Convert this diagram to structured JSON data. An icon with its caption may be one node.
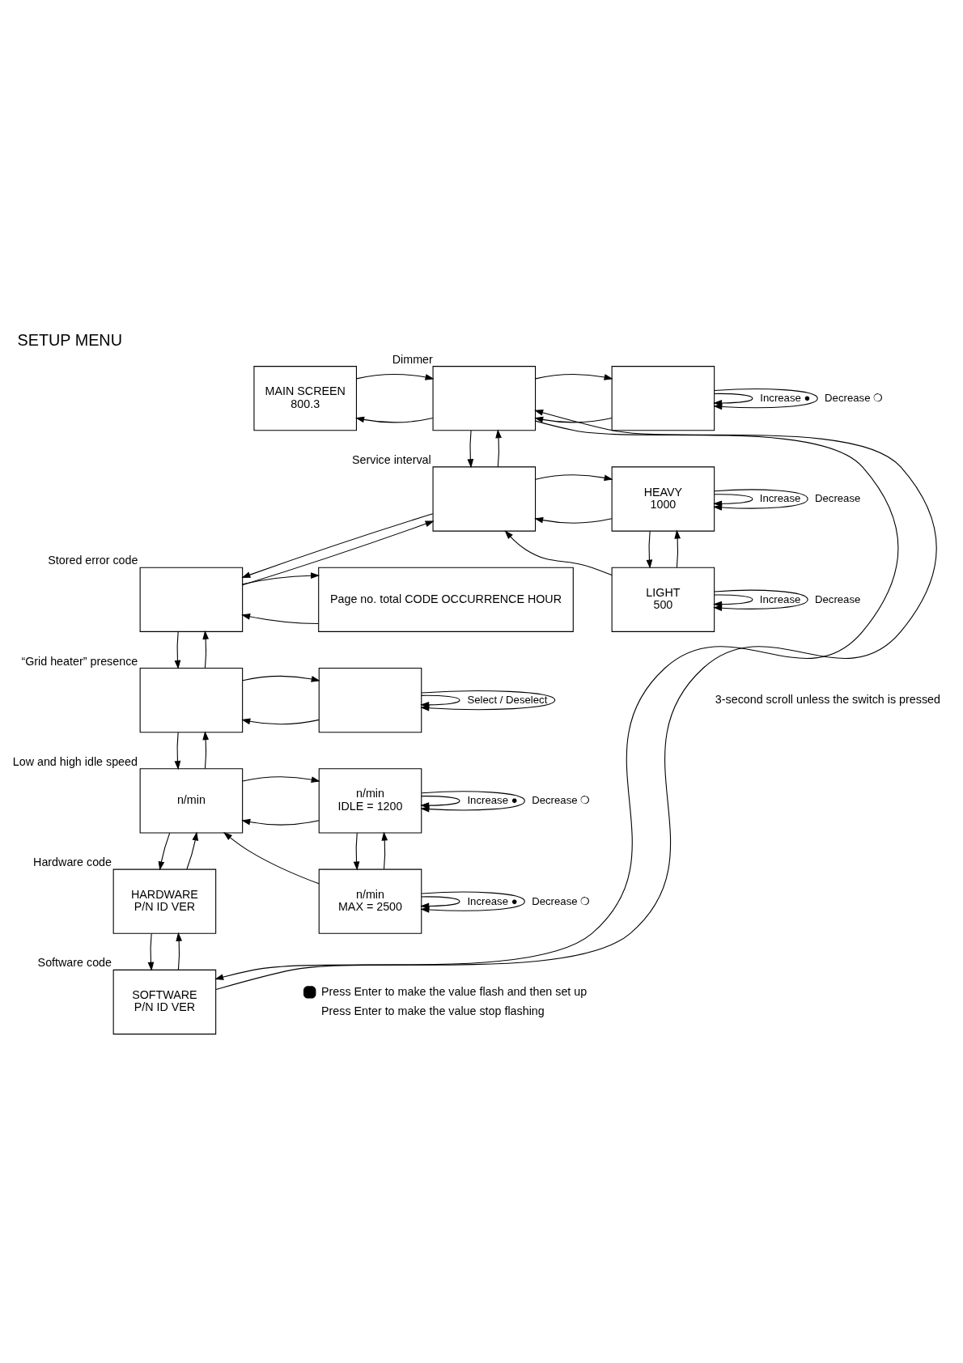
{
  "diagram": {
    "title": "SETUP MENU",
    "nodes": [
      {
        "text": [
          "MAIN SCREEN",
          "800.3"
        ]
      },
      {
        "text": [],
        "shape": "box",
        "beside": [
          "Dimmer"
        ]
      },
      {
        "text": [],
        "shape": "box"
      },
      {
        "text": [],
        "shape": "box",
        "beside": [
          "Service interval"
        ]
      },
      {
        "text": [
          "HEAVY",
          "1000"
        ]
      },
      {
        "text": [
          "LIGHT",
          "500"
        ]
      },
      {
        "text": [],
        "shape": "box",
        "beside": [
          "Stored error code"
        ]
      },
      {
        "text": [
          "Page no. total CODE OCCURRENCE HOUR"
        ]
      },
      {
        "text": [],
        "shape": "box",
        "beside": [
          "“Grid heater” presence"
        ]
      },
      {
        "text": [],
        "shape": "box"
      },
      {
        "text": [
          "n/min"
        ],
        "beside": [
          "Low and high idle speed"
        ]
      },
      {
        "text": [
          "n/min",
          "IDLE = 1200"
        ]
      },
      {
        "text": [
          "n/min",
          "MAX = 2500"
        ]
      },
      {
        "text": [
          "HARDWARE",
          "P/N ID VER"
        ],
        "beside": [
          "Hardware code"
        ]
      },
      {
        "text": [
          "SOFTWARE",
          "P/N ID VER"
        ],
        "beside": [
          "Software code"
        ]
      }
    ],
    "edges": [
      {
        "from": 1,
        "to": 0,
        "arrow": "to"
      },
      {
        "from": 0,
        "to": 1,
        "arrow": "to"
      },
      {
        "from": 2,
        "to": 1,
        "arrow": "to"
      },
      {
        "from": 1,
        "to": 2,
        "arrow": "to"
      },
      {
        "from": 2,
        "to": 2,
        "arrow": "to",
        "label": "Increase ●"
      },
      {
        "from": 2,
        "to": 2,
        "arrow": "to",
        "label": "Decrease ❍"
      },
      {
        "from": 1,
        "to": 3,
        "arrow": "to"
      },
      {
        "from": 3,
        "to": 1,
        "arrow": "to"
      },
      {
        "from": 4,
        "to": 3,
        "arrow": "to"
      },
      {
        "from": 3,
        "to": 4,
        "arrow": "to"
      },
      {
        "from": 4,
        "to": 4,
        "arrow": "to",
        "label": "Increase"
      },
      {
        "from": 4,
        "to": 4,
        "arrow": "to",
        "label": "Decrease"
      },
      {
        "from": 4,
        "to": 5,
        "arrow": "to"
      },
      {
        "from": 5,
        "to": 4,
        "arrow": "to"
      },
      {
        "from": 5,
        "to": 3,
        "arrow": "to"
      },
      {
        "from": 5,
        "to": 5,
        "arrow": "to",
        "label": "Increase"
      },
      {
        "from": 5,
        "to": 5,
        "arrow": "to",
        "label": "Decrease"
      },
      {
        "from": 3,
        "to": 6,
        "arrow": "to"
      },
      {
        "from": 6,
        "to": 3,
        "arrow": "to"
      },
      {
        "from": 7,
        "to": 6,
        "arrow": "to"
      },
      {
        "from": 6,
        "to": 7,
        "arrow": "to"
      },
      {
        "from": 6,
        "to": 8,
        "arrow": "to"
      },
      {
        "from": 8,
        "to": 6,
        "arrow": "to"
      },
      {
        "from": 9,
        "to": 8,
        "arrow": "to"
      },
      {
        "from": 8,
        "to": 9,
        "arrow": "to"
      },
      {
        "from": 9,
        "to": 9,
        "arrow": "to",
        "label": "Select / Deselect"
      },
      {
        "from": 9,
        "to": 9,
        "arrow": "to"
      },
      {
        "from": 8,
        "to": 10,
        "arrow": "to"
      },
      {
        "from": 10,
        "to": 8,
        "arrow": "to"
      },
      {
        "from": 11,
        "to": 10,
        "arrow": "to"
      },
      {
        "from": 10,
        "to": 11,
        "arrow": "to"
      },
      {
        "from": 11,
        "to": 11,
        "arrow": "to",
        "label": "Increase ●"
      },
      {
        "from": 11,
        "to": 11,
        "arrow": "to",
        "label": "Decrease ❍"
      },
      {
        "from": 11,
        "to": 12,
        "arrow": "to"
      },
      {
        "from": 12,
        "to": 11,
        "arrow": "to"
      },
      {
        "from": 12,
        "to": 10,
        "arrow": "to"
      },
      {
        "from": 12,
        "to": 12,
        "arrow": "to",
        "label": "Increase ●"
      },
      {
        "from": 12,
        "to": 12,
        "arrow": "to",
        "label": "Decrease ❍"
      },
      {
        "from": 10,
        "to": 13,
        "arrow": "to"
      },
      {
        "from": 13,
        "to": 10,
        "arrow": "to"
      },
      {
        "from": 13,
        "to": 14,
        "arrow": "to"
      },
      {
        "from": 14,
        "to": 13,
        "arrow": "to"
      },
      {
        "from": 14,
        "to": 1,
        "arrow": "to"
      },
      {
        "from": 1,
        "to": 14,
        "arrow": "to"
      }
    ],
    "labels": [
      "3-second scroll unless the switch is pressed"
    ],
    "legend": [
      {
        "text": "Press Enter to make the value flash and then set up",
        "color": "#000000"
      },
      {
        "text": "Press Enter to make the value stop flashing",
        "color": "#ffffff"
      }
    ]
  }
}
